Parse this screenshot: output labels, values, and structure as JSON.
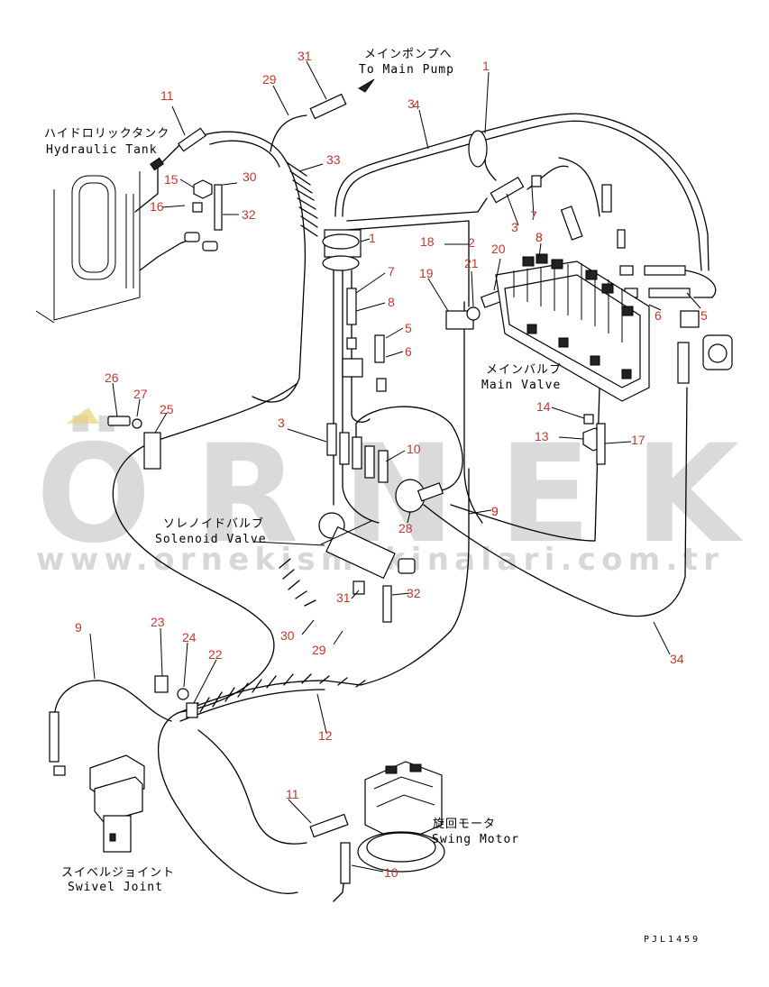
{
  "labels": {
    "main_pump_jp": "メインポンプへ",
    "main_pump_en": "To Main Pump",
    "hydraulic_tank_jp": "ハイドロリックタンク",
    "hydraulic_tank_en": "Hydraulic Tank",
    "main_valve_jp": "メインバルブ",
    "main_valve_en": "Main Valve",
    "solenoid_valve_jp": "ソレノイドバルブ",
    "solenoid_valve_en": "Solenoid Valve",
    "swing_motor_jp": "旋回モータ",
    "swing_motor_en": "Swing Motor",
    "swivel_joint_jp": "スイベルジョイント",
    "swivel_joint_en": "Swivel Joint"
  },
  "drawing_code": "PJL1459",
  "watermark": {
    "brand": "ÖRNEK",
    "url": "www.ornekismakinalari.com.tr"
  },
  "part_numbers": [
    "1",
    "1",
    "2",
    "3",
    "3",
    "3",
    "4",
    "5",
    "5",
    "6",
    "6",
    "7",
    "7",
    "7",
    "8",
    "8",
    "8",
    "9",
    "9",
    "9",
    "10",
    "10",
    "11",
    "11",
    "12",
    "13",
    "14",
    "15",
    "16",
    "17",
    "18",
    "19",
    "20",
    "21",
    "22",
    "23",
    "24",
    "25",
    "26",
    "27",
    "28",
    "29",
    "29",
    "30",
    "30",
    "31",
    "31",
    "32",
    "32",
    "33",
    "34"
  ]
}
